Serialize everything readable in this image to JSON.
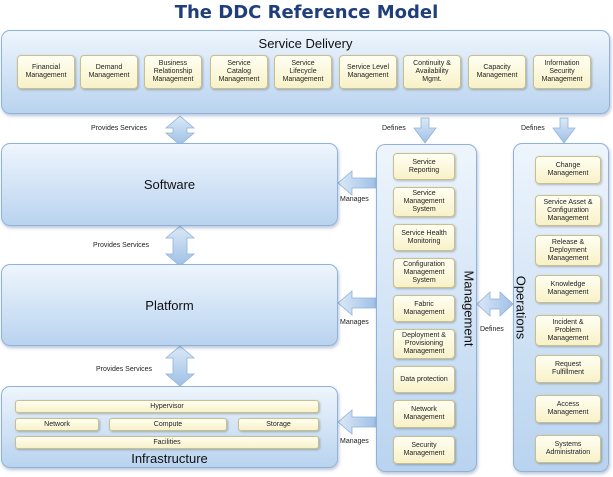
{
  "title": "The DDC Reference Model",
  "service_delivery": {
    "title": "Service Delivery",
    "items": [
      "Financial\nManagement",
      "Demand\nManagement",
      "Business\nRelationship\nManagement",
      "Service\nCatalog\nManagement",
      "Service\nLifecycle\nManagement",
      "Service Level\nManagement",
      "Continuity &\nAvailability\nMgmt.",
      "Capacity\nManagement",
      "Information\nSecurity\nManagement"
    ]
  },
  "software": {
    "title": "Software"
  },
  "platform": {
    "title": "Platform"
  },
  "infrastructure": {
    "title": "Infrastructure",
    "hypervisor": "Hypervisor",
    "network": "Network",
    "compute": "Compute",
    "storage": "Storage",
    "facilities": "Facilities"
  },
  "management": {
    "title": "Management",
    "items": [
      "Service\nReporting",
      "Service\nManagement\nSystem",
      "Service Health\nMonitoring",
      "Configuration\nManagement\nSystem",
      "Fabric\nManagement",
      "Deployment &\nProvisioning\nManagement",
      "Data protection",
      "Network\nManagement",
      "Security\nManagement"
    ]
  },
  "operations": {
    "title": "Operations",
    "items": [
      "Change\nManagement",
      "Service Asset &\nConfiguration\nManagement",
      "Release &\nDeployment\nManagement",
      "Knowledge\nManagement",
      "Incident &\nProblem\nManagement",
      "Request\nFulfillment",
      "Access\nManagement",
      "Systems\nAdministration"
    ]
  },
  "labels": {
    "provides_services": "Provides Services",
    "defines": "Defines",
    "manages": "Manages"
  }
}
